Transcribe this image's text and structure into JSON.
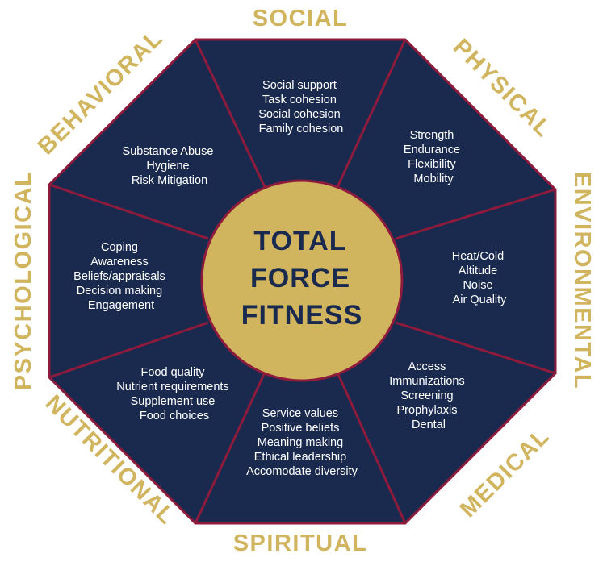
{
  "center": {
    "lines": [
      "TOTAL",
      "FORCE",
      "FITNESS"
    ]
  },
  "domains": [
    {
      "label": "SOCIAL",
      "items": [
        "Social support",
        "Task cohesion",
        "Social cohesion",
        "Family cohesion"
      ]
    },
    {
      "label": "PHYSICAL",
      "items": [
        "Strength",
        "Endurance",
        "Flexibility",
        "Mobility"
      ]
    },
    {
      "label": "ENVIRONMENTAL",
      "items": [
        "Heat/Cold",
        "Altitude",
        "Noise",
        "Air Quality"
      ]
    },
    {
      "label": "MEDICAL",
      "items": [
        "Access",
        "Immunizations",
        "Screening",
        "Prophylaxis",
        "Dental"
      ]
    },
    {
      "label": "SPIRITUAL",
      "items": [
        "Service values",
        "Positive beliefs",
        "Meaning making",
        "Ethical leadership",
        "Accomodate diversity"
      ]
    },
    {
      "label": "NUTRITIONAL",
      "items": [
        "Food quality",
        "Nutrient requirements",
        "Supplement use",
        "Food choices"
      ]
    },
    {
      "label": "PSYCHOLOGICAL",
      "items": [
        "Coping",
        "Awareness",
        "Beliefs/appraisals",
        "Decision making",
        "Engagement"
      ]
    },
    {
      "label": "BEHAVIORAL",
      "items": [
        "Substance Abuse",
        "Hygiene",
        "Risk Mitigation"
      ]
    }
  ],
  "colors": {
    "panel": "#1a2a4f",
    "divider": "#8e1b3c",
    "gold": "#d1b45e",
    "center_fill": "#d1b45e",
    "center_text": "#1a2a4f",
    "item_text": "#ffffff"
  }
}
